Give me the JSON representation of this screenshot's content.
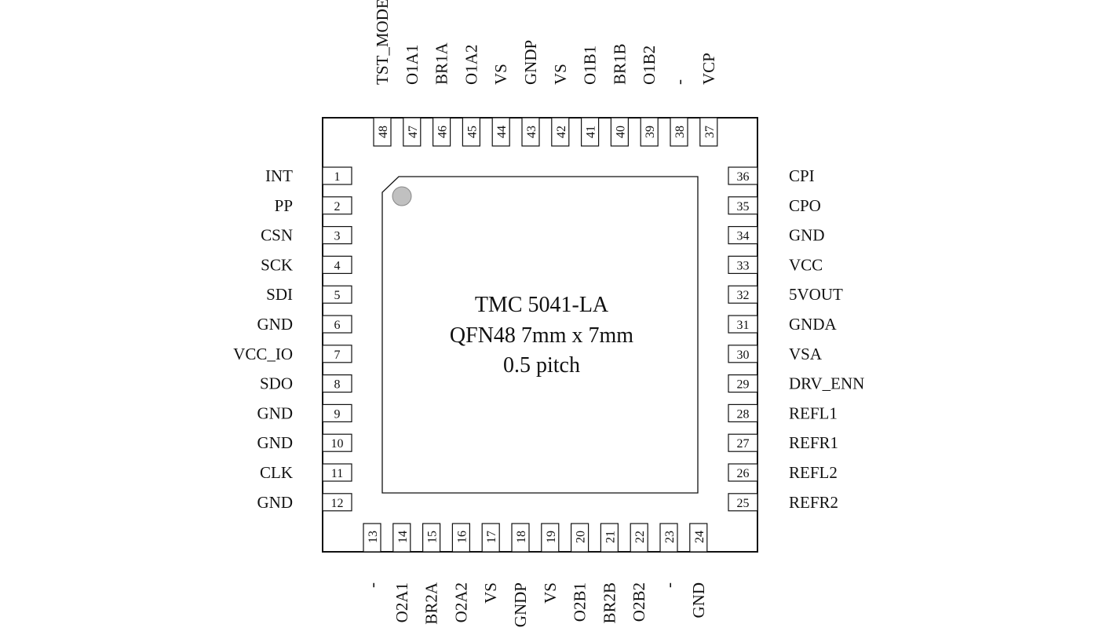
{
  "chip": {
    "line1": "TMC 5041-LA",
    "line2": "QFN48 7mm x 7mm",
    "line3": "0.5 pitch"
  },
  "pins": {
    "left": [
      {
        "num": "1",
        "name": "INT"
      },
      {
        "num": "2",
        "name": "PP"
      },
      {
        "num": "3",
        "name": "CSN"
      },
      {
        "num": "4",
        "name": "SCK"
      },
      {
        "num": "5",
        "name": "SDI"
      },
      {
        "num": "6",
        "name": "GND"
      },
      {
        "num": "7",
        "name": "VCC_IO"
      },
      {
        "num": "8",
        "name": "SDO"
      },
      {
        "num": "9",
        "name": "GND"
      },
      {
        "num": "10",
        "name": "GND"
      },
      {
        "num": "11",
        "name": "CLK"
      },
      {
        "num": "12",
        "name": "GND"
      }
    ],
    "bottom": [
      {
        "num": "13",
        "name": "-"
      },
      {
        "num": "14",
        "name": "O2A1"
      },
      {
        "num": "15",
        "name": "BR2A"
      },
      {
        "num": "16",
        "name": "O2A2"
      },
      {
        "num": "17",
        "name": "VS"
      },
      {
        "num": "18",
        "name": "GNDP"
      },
      {
        "num": "19",
        "name": "VS"
      },
      {
        "num": "20",
        "name": "O2B1"
      },
      {
        "num": "21",
        "name": "BR2B"
      },
      {
        "num": "22",
        "name": "O2B2"
      },
      {
        "num": "23",
        "name": "-"
      },
      {
        "num": "24",
        "name": "GND"
      }
    ],
    "right": [
      {
        "num": "36",
        "name": "CPI"
      },
      {
        "num": "35",
        "name": "CPO"
      },
      {
        "num": "34",
        "name": "GND"
      },
      {
        "num": "33",
        "name": "VCC"
      },
      {
        "num": "32",
        "name": "5VOUT"
      },
      {
        "num": "31",
        "name": "GNDA"
      },
      {
        "num": "30",
        "name": "VSA"
      },
      {
        "num": "29",
        "name": "DRV_ENN"
      },
      {
        "num": "28",
        "name": "REFL1"
      },
      {
        "num": "27",
        "name": "REFR1"
      },
      {
        "num": "26",
        "name": "REFL2"
      },
      {
        "num": "25",
        "name": "REFR2"
      }
    ],
    "top": [
      {
        "num": "48",
        "name": "TST_MODE"
      },
      {
        "num": "47",
        "name": "O1A1"
      },
      {
        "num": "46",
        "name": "BR1A"
      },
      {
        "num": "45",
        "name": "O1A2"
      },
      {
        "num": "44",
        "name": "VS"
      },
      {
        "num": "43",
        "name": "GNDP"
      },
      {
        "num": "42",
        "name": "VS"
      },
      {
        "num": "41",
        "name": "O1B1"
      },
      {
        "num": "40",
        "name": "BR1B"
      },
      {
        "num": "39",
        "name": "O1B2"
      },
      {
        "num": "38",
        "name": "-"
      },
      {
        "num": "37",
        "name": "VCP"
      }
    ]
  },
  "colors": {
    "line": "#111111",
    "pin1_marker": "#c0c0c0"
  }
}
